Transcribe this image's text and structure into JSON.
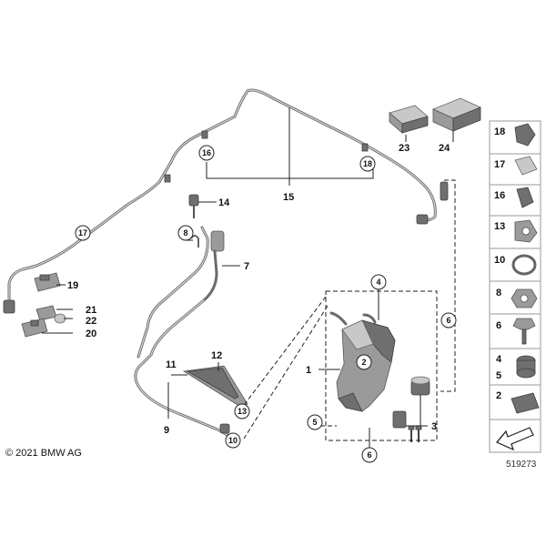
{
  "copyright": "© 2021 BMW AG",
  "doc_number": "519273",
  "callouts": {
    "c1": "1",
    "c2": "2",
    "c3": "3",
    "c4": "4",
    "c5": "5",
    "c6": "6",
    "c6b": "6",
    "c7": "7",
    "c8": "8",
    "c9": "9",
    "c10": "10",
    "c11": "11",
    "c12": "12",
    "c13": "13",
    "c14": "14",
    "c15": "15",
    "c16": "16",
    "c17": "17",
    "c18": "18",
    "c19": "19",
    "c20": "20",
    "c21": "21",
    "c22": "22",
    "c23": "23",
    "c24": "24"
  },
  "sidebar": {
    "items": [
      {
        "label": "18"
      },
      {
        "label": "17"
      },
      {
        "label": "16"
      },
      {
        "label": "13"
      },
      {
        "label": "10"
      },
      {
        "label": "8"
      },
      {
        "label": "6"
      },
      {
        "label": "4",
        "label2": "5"
      },
      {
        "label": "2"
      }
    ]
  }
}
